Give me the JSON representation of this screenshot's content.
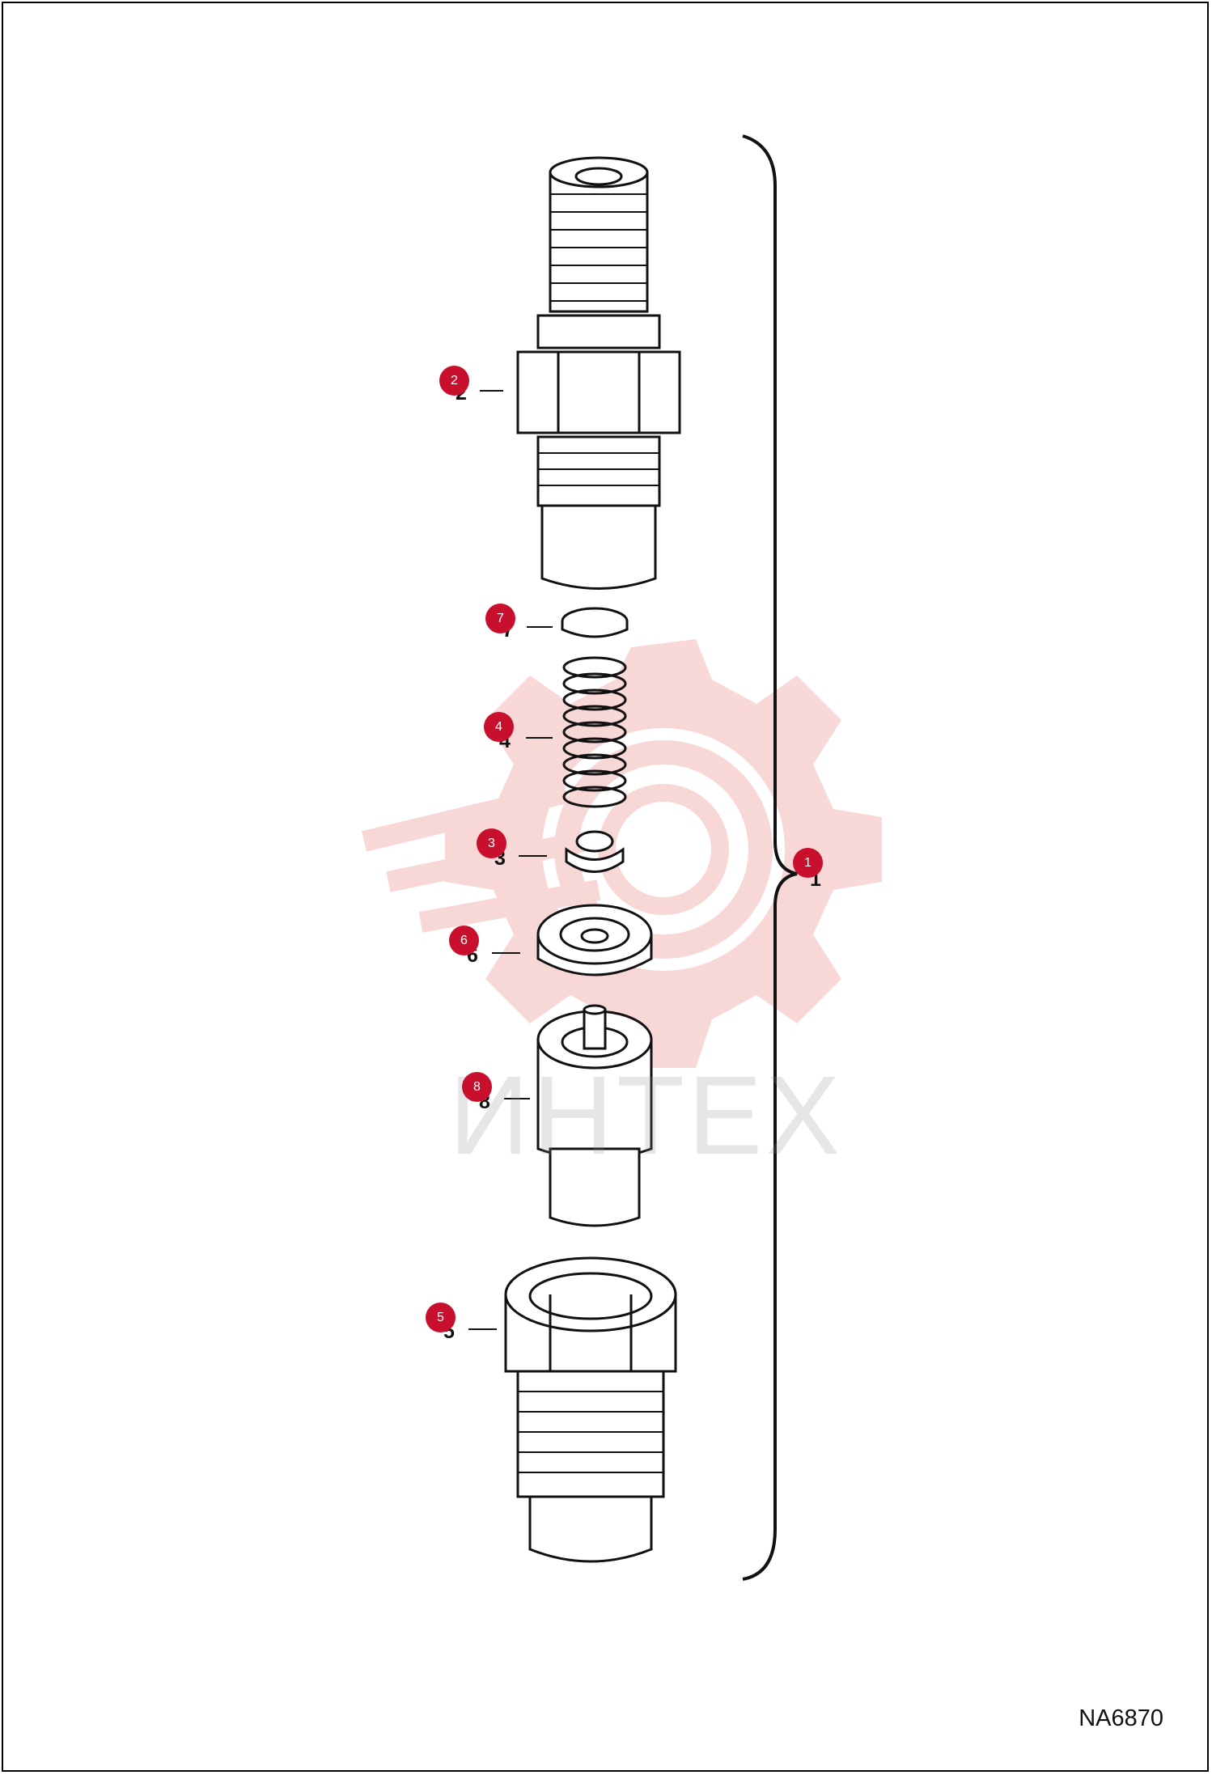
{
  "figure_code": "NA6870",
  "watermark": {
    "text": "ИНТЕХ",
    "color": "#f4b8b8"
  },
  "accent_color": "#c8102e",
  "callouts": [
    {
      "id": "1",
      "label": "1"
    },
    {
      "id": "2",
      "label": "2"
    },
    {
      "id": "3",
      "label": "3"
    },
    {
      "id": "4",
      "label": "4"
    },
    {
      "id": "5",
      "label": "5"
    },
    {
      "id": "6",
      "label": "6"
    },
    {
      "id": "7",
      "label": "7"
    },
    {
      "id": "8",
      "label": "8"
    }
  ]
}
